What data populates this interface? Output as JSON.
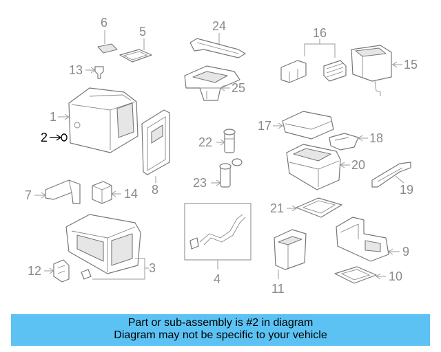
{
  "callouts": {
    "c1": "1",
    "c2": "2",
    "c3": "3",
    "c4": "4",
    "c5": "5",
    "c6": "6",
    "c7": "7",
    "c8": "8",
    "c9": "9",
    "c10": "10",
    "c11": "11",
    "c12": "12",
    "c13": "13",
    "c14": "14",
    "c15": "15",
    "c16": "16",
    "c17": "17",
    "c18": "18",
    "c19": "19",
    "c20": "20",
    "c21": "21",
    "c22": "22",
    "c23": "23",
    "c24": "24",
    "c25": "25"
  },
  "highlighted_part": "2",
  "banner": {
    "line1": "Part or sub-assembly is #2 in diagram",
    "line2": "Diagram may not be specific to your vehicle",
    "color": "#5cc2f4"
  }
}
